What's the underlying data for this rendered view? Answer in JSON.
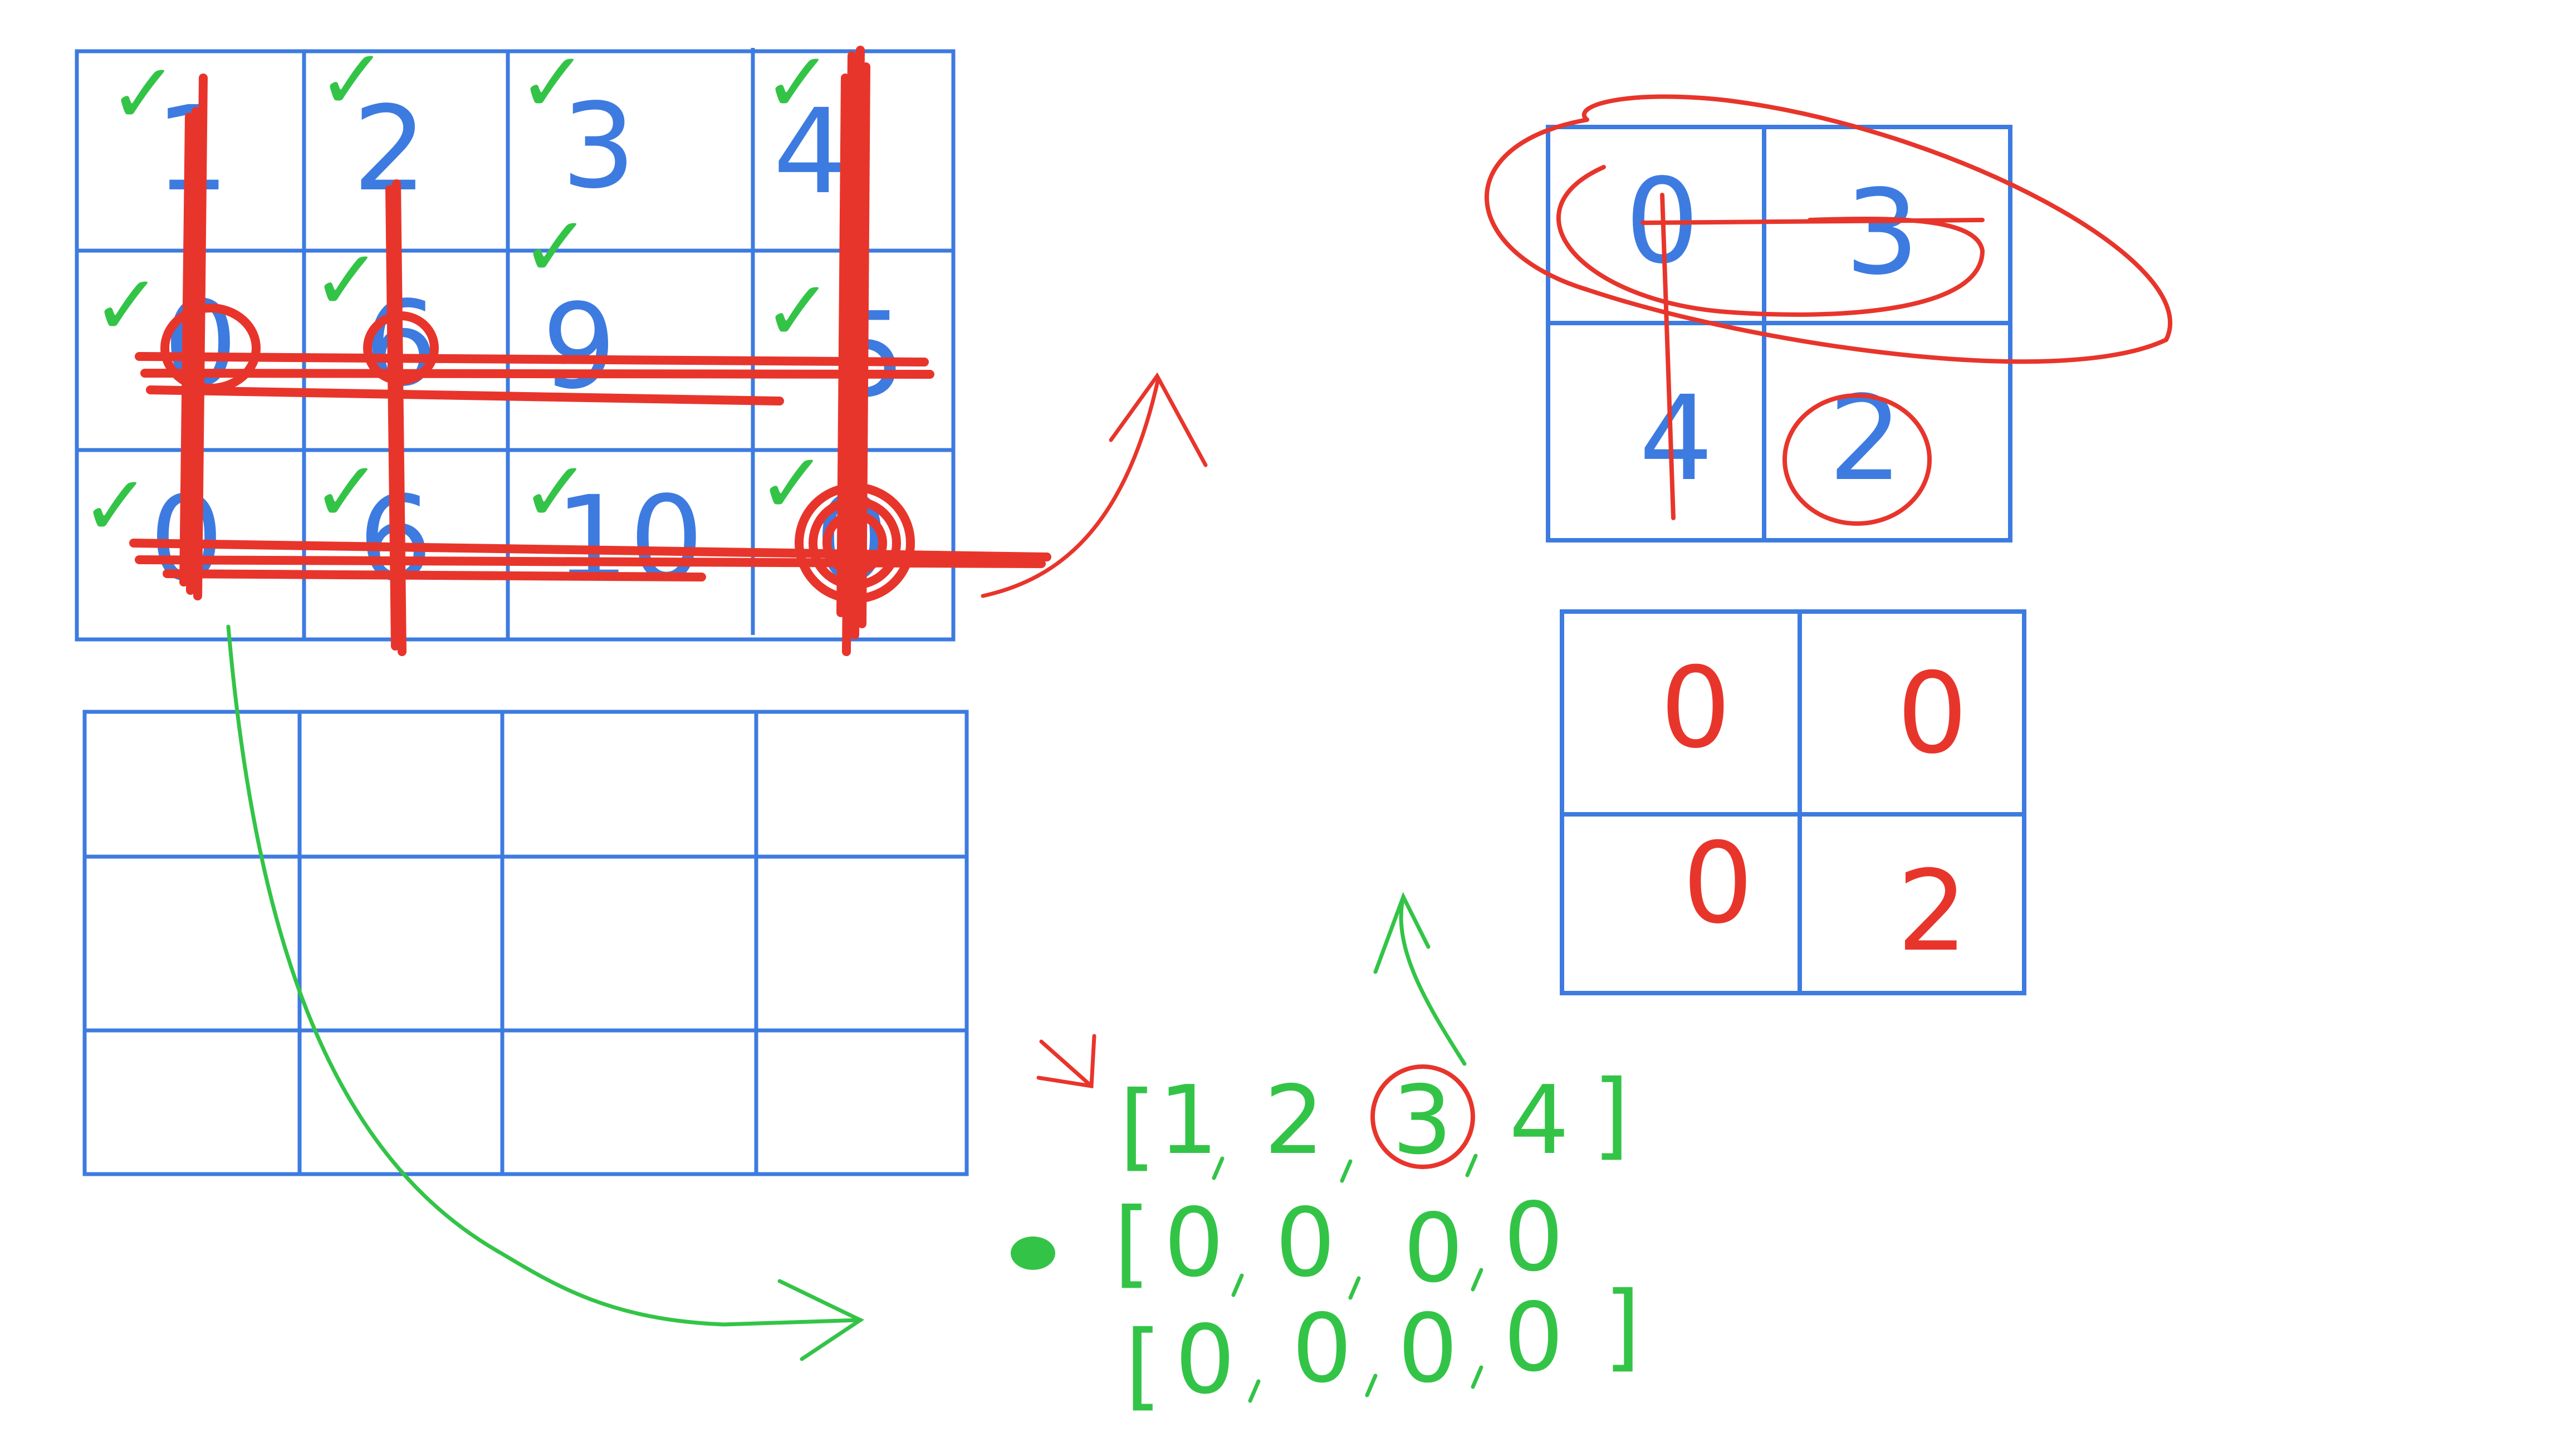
{
  "colors": {
    "background": "#ffffff",
    "grid": "#3d7be0",
    "red": "#e8352b",
    "green": "#33c447",
    "blue_digit": "#3d7be0"
  },
  "top_left_grid": {
    "cells": [
      [
        "1",
        "2",
        "3",
        "4"
      ],
      [
        "0",
        "6",
        "9",
        "5"
      ],
      [
        "0",
        "6",
        "10",
        "0"
      ]
    ],
    "check_mark": "✓"
  },
  "top_right_grid": {
    "cells": [
      [
        "0",
        "3"
      ],
      [
        "4",
        "2"
      ]
    ]
  },
  "mid_right_grid": {
    "cells": [
      [
        "0",
        "0"
      ],
      [
        "0",
        "2"
      ]
    ]
  },
  "bottom_left_grid": {
    "rows": 3,
    "cols": 4
  },
  "array_rows": [
    {
      "open": "[",
      "close": "]",
      "items": [
        "1",
        "2",
        "3",
        "4"
      ]
    },
    {
      "open": "[",
      "close": "",
      "items": [
        "0",
        "0",
        "0",
        "0"
      ]
    },
    {
      "open": "[",
      "close": "]",
      "items": [
        "0",
        "0",
        "0",
        "0"
      ]
    }
  ]
}
